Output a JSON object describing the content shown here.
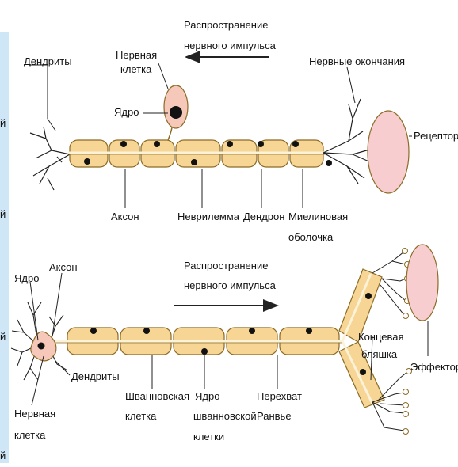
{
  "colors": {
    "background": "#ffffff",
    "left_strip": "#cfe6f7",
    "myelin_fill": "#f6d595",
    "myelin_stroke": "#8c6b26",
    "axon_line": "#fbf2d8",
    "nucleus": "#111111",
    "receptor_fill": "#f7cdd0",
    "cell_body_fill": "#f5c8ba",
    "line": "#222222"
  },
  "side_fragments": [
    "й",
    "й",
    "й",
    "й"
  ],
  "top": {
    "propagation": {
      "line1": "Распространение",
      "line2": "нервного импульса"
    },
    "labels": {
      "dendrites": "Дендриты",
      "nerve_cell_1": "Нервная",
      "nerve_cell_2": "клетка",
      "nucleus": "Ядро",
      "nerve_endings": "Нервные окончания",
      "receptor": "Рецептор",
      "axon": "Аксон",
      "neurilemma": "Неврилемма",
      "dendron": "Дендрон",
      "myelin_1": "Миелиновая",
      "myelin_2": "оболочка"
    }
  },
  "bottom": {
    "propagation": {
      "line1": "Распространение",
      "line2": "нервного импульса"
    },
    "labels": {
      "nucleus": "Ядро",
      "axon": "Аксон",
      "dendrites": "Дендриты",
      "nerve_cell_1": "Нервная",
      "nerve_cell_2": "клетка",
      "schwann_1": "Шванновская",
      "schwann_2": "клетка",
      "schwann_nucleus_1": "Ядро",
      "schwann_nucleus_2": "шванновской",
      "schwann_nucleus_3": "клетки",
      "ranvier_1": "Перехват",
      "ranvier_2": "Ранвье",
      "end_plate_1": "Концевая",
      "end_plate_2": "бляшка",
      "effector": "Эффектор"
    }
  }
}
